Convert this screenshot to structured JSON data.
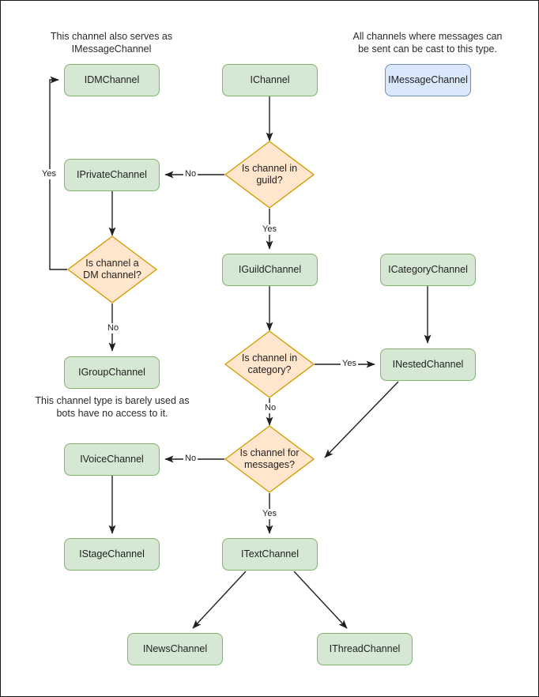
{
  "diagram": {
    "title": "Discord channel interface type decision flowchart",
    "colors": {
      "green_fill": "#d5e8d4",
      "green_stroke": "#82b366",
      "orange_fill": "#ffe6cc",
      "orange_stroke": "#d79b00",
      "blue_fill": "#dae8fc",
      "blue_stroke": "#6c8ebf",
      "edge_stroke": "#1f1f1f",
      "canvas_border": "#1a1a1a"
    },
    "notes": [
      {
        "id": "note-dm",
        "text": "This channel also serves as\nIMessageChannel"
      },
      {
        "id": "note-message",
        "text": "All channels where messages can\nbe sent can be cast to this type."
      },
      {
        "id": "note-group",
        "text": "This channel type is barely used as\nbots have no access to it."
      }
    ],
    "nodes": [
      {
        "id": "idmchannel",
        "label": "IDMChannel",
        "shape": "box",
        "style": "green"
      },
      {
        "id": "ichannel",
        "label": "IChannel",
        "shape": "box",
        "style": "green"
      },
      {
        "id": "imessagechannel",
        "label": "IMessageChannel",
        "shape": "box",
        "style": "blue"
      },
      {
        "id": "iprivatechannel",
        "label": "IPrivateChannel",
        "shape": "box",
        "style": "green"
      },
      {
        "id": "iguildchannel",
        "label": "IGuildChannel",
        "shape": "box",
        "style": "green"
      },
      {
        "id": "icategorychannel",
        "label": "ICategoryChannel",
        "shape": "box",
        "style": "green"
      },
      {
        "id": "igroupchannel",
        "label": "IGroupChannel",
        "shape": "box",
        "style": "green"
      },
      {
        "id": "inestedchannel",
        "label": "INestedChannel",
        "shape": "box",
        "style": "green"
      },
      {
        "id": "ivoicechannel",
        "label": "IVoiceChannel",
        "shape": "box",
        "style": "green"
      },
      {
        "id": "istagechannel",
        "label": "IStageChannel",
        "shape": "box",
        "style": "green"
      },
      {
        "id": "itextchannel",
        "label": "ITextChannel",
        "shape": "box",
        "style": "green"
      },
      {
        "id": "inewschannel",
        "label": "INewsChannel",
        "shape": "box",
        "style": "green"
      },
      {
        "id": "ithreadchannel",
        "label": "IThreadChannel",
        "shape": "box",
        "style": "green"
      },
      {
        "id": "decision-guild",
        "label": "Is channel in\nguild?",
        "shape": "diamond",
        "style": "orange"
      },
      {
        "id": "decision-dm",
        "label": "Is channel a\nDM channel?",
        "shape": "diamond",
        "style": "orange"
      },
      {
        "id": "decision-category",
        "label": "Is channel in\ncategory?",
        "shape": "diamond",
        "style": "orange"
      },
      {
        "id": "decision-messages",
        "label": "Is channel for\nmessages?",
        "shape": "diamond",
        "style": "orange"
      }
    ],
    "edge_labels": [
      {
        "id": "label-dm-yes",
        "text": "Yes"
      },
      {
        "id": "label-guild-no",
        "text": "No"
      },
      {
        "id": "label-guild-yes",
        "text": "Yes"
      },
      {
        "id": "label-dm-no",
        "text": "No"
      },
      {
        "id": "label-category-yes",
        "text": "Yes"
      },
      {
        "id": "label-category-no",
        "text": "No"
      },
      {
        "id": "label-messages-no",
        "text": "No"
      },
      {
        "id": "label-messages-yes",
        "text": "Yes"
      }
    ]
  }
}
